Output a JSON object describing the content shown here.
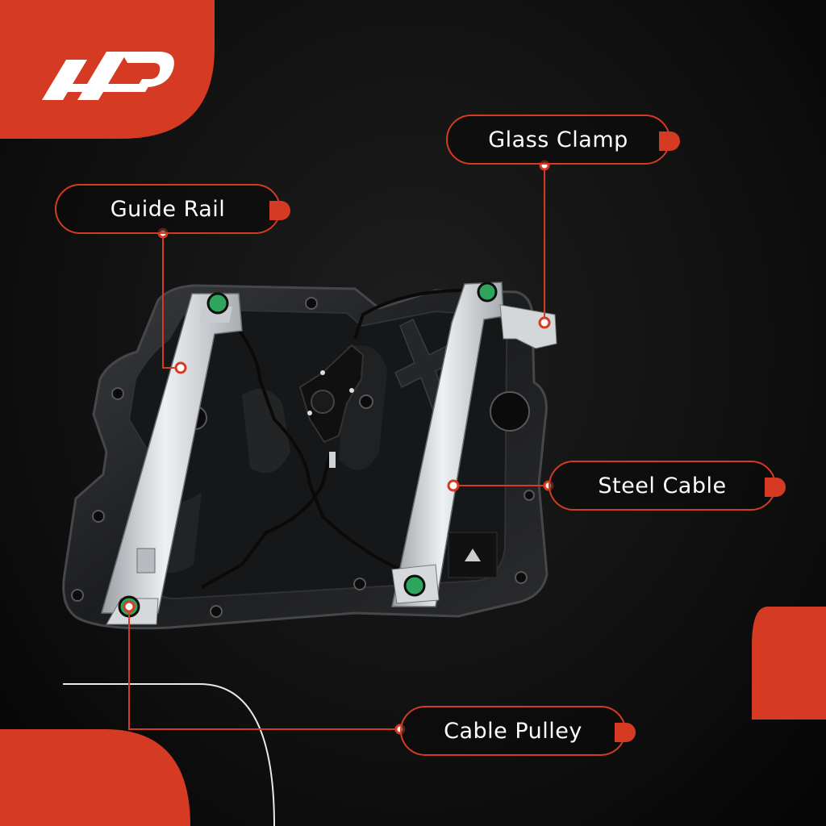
{
  "brand": {
    "logo_icon": "a-premium-logo-icon",
    "accent_color": "#d43b22"
  },
  "callouts": {
    "glass_clamp": "Glass Clamp",
    "guide_rail": "Guide Rail",
    "steel_cable": "Steel Cable",
    "cable_pulley": "Cable Pulley"
  },
  "product": {
    "icon": "window-regulator-with-door-panel-icon"
  }
}
